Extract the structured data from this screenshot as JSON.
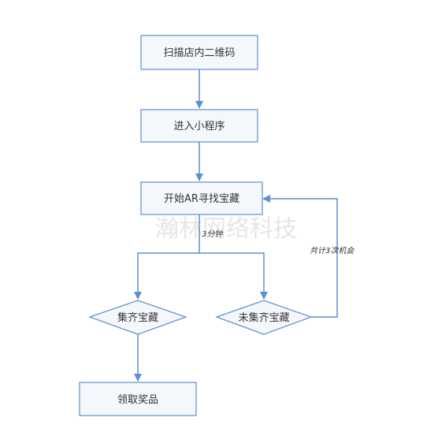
{
  "watermark": "瀚林网络科技",
  "nodes": {
    "scan": "扫描店内二维码",
    "enter": "进入小程序",
    "start": "开始AR寻找宝藏",
    "collected": "集齐宝藏",
    "not_collected": "未集齐宝藏",
    "claim": "领取奖品"
  },
  "edge_labels": {
    "time": "3分钟",
    "chances": "共计3次机会"
  },
  "colors": {
    "stroke": "#5b8fd0",
    "fill": "#f4f8fc",
    "text": "#333333",
    "watermark": "#e6e6e6"
  }
}
